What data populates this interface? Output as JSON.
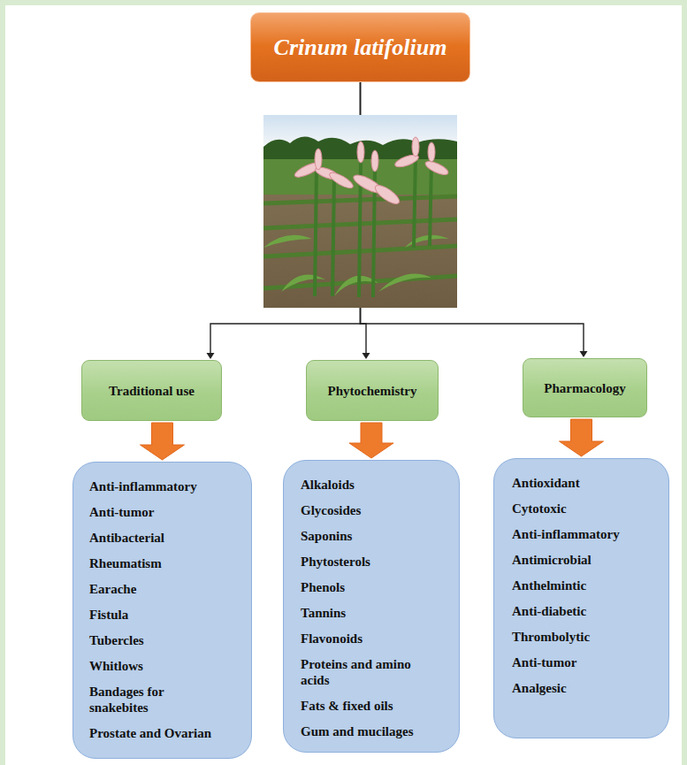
{
  "diagram": {
    "nodes": [
      {
        "text": [
          "Crinum latifolium"
        ]
      },
      {
        "text": [
          "Traditional use"
        ]
      },
      {
        "text": [
          "Phytochemistry"
        ]
      },
      {
        "text": [
          "Pharmacology"
        ]
      },
      {
        "text": [
          "Anti-inflammatory",
          "Anti-tumor",
          "Antibacterial",
          "Rheumatism",
          "Earache",
          "Fistula",
          "Tubercles",
          "Whitlows",
          "Bandages for snakebites",
          "Prostate and Ovarian"
        ]
      },
      {
        "text": [
          "Alkaloids",
          "Glycosides",
          "Saponins",
          "Phytosterols",
          "Phenols",
          "Tannins",
          "Flavonoids",
          "Proteins and amino acids",
          "Fats & fixed oils",
          "Gum and mucilages"
        ]
      },
      {
        "text": [
          "Antioxidant",
          "Cytotoxic",
          "Anti-inflammatory",
          "Antimicrobial",
          "Anthelmintic",
          "Anti-diabetic",
          "Thrombolytic",
          "Anti-tumor",
          "Analgesic"
        ]
      }
    ],
    "edges": [
      {
        "from": 0,
        "to": 1,
        "arrow": "to"
      },
      {
        "from": 0,
        "to": 2,
        "arrow": "to"
      },
      {
        "from": 0,
        "to": 3,
        "arrow": "to"
      },
      {
        "from": 1,
        "to": 4,
        "arrow": "to"
      },
      {
        "from": 2,
        "to": 5,
        "arrow": "to"
      },
      {
        "from": 3,
        "to": 6,
        "arrow": "to"
      }
    ]
  }
}
